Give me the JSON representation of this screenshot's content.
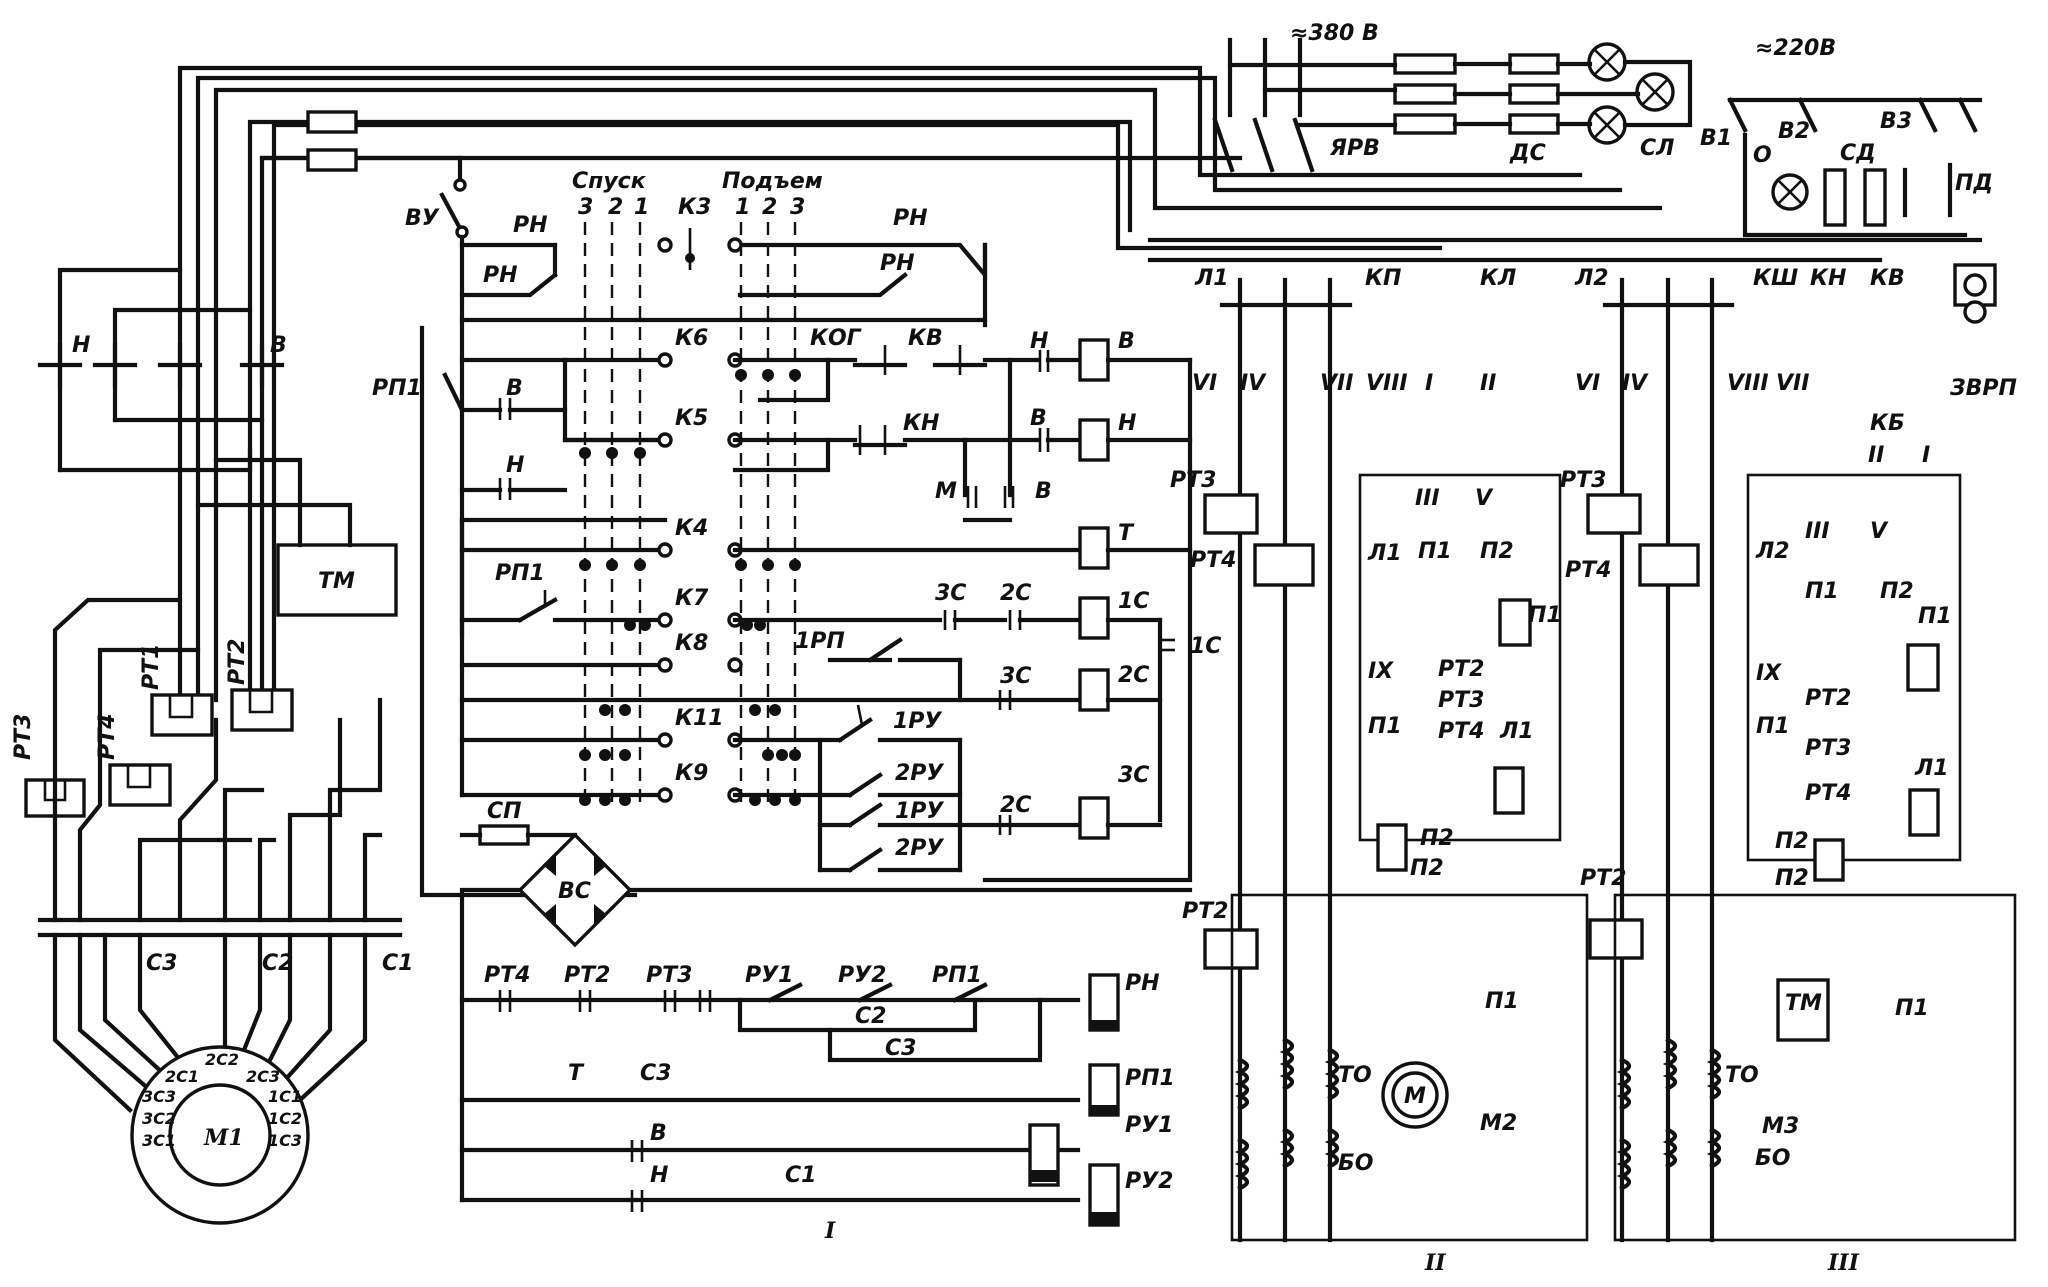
{
  "labels": {
    "supply_380": "≈380 В",
    "supply_220": "≈220В",
    "descent": "Спуск",
    "ascent": "Подъем",
    "pos_3a": "3",
    "pos_2a": "2",
    "pos_1a": "1",
    "pos_1b": "1",
    "pos_2b": "2",
    "pos_3b": "3",
    "vu": "ВУ",
    "rn_a": "РН",
    "rn_b": "РН",
    "rn_c": "РН",
    "rn_d": "РН",
    "rn_coil": "РН",
    "k3": "К3",
    "k6": "К6",
    "k5": "К5",
    "k4": "К4",
    "k7": "К7",
    "k8": "К8",
    "k11": "К11",
    "k9": "К9",
    "kog": "КОГ",
    "kv": "КВ",
    "kn": "КН",
    "n_cont": "Н",
    "v_cont": "В",
    "coil_v": "В",
    "coil_n": "Н",
    "coil_t": "Т",
    "coil_1s": "1С",
    "coil_2s": "2С",
    "coil_3s": "3С",
    "s1c": "1С",
    "c3s": "3С",
    "c2s": "2С",
    "c3s_b": "3С",
    "c2s_b": "2С",
    "rp1": "РП1",
    "rp1_b": "РП1",
    "rp1_coil": "РП1",
    "v_label": "В",
    "n_label": "Н",
    "m_label": "М",
    "v_label2": "В",
    "n_label2": "Н",
    "tm": "ТМ",
    "tm3": "ТМ",
    "rt1": "РТ1",
    "rt2": "РТ2",
    "rt3": "РТ3",
    "rt4": "РТ4",
    "c1": "С1",
    "c2": "С2",
    "c3": "С3",
    "term_2c2": "2С2",
    "term_2c1": "2С1",
    "term_2c3": "2С3",
    "term_3c3": "3С3",
    "term_3c2": "3С2",
    "term_3c1": "3С1",
    "term_1c1": "1С1",
    "term_1c2": "1С2",
    "term_1c3": "1С3",
    "m1": "М1",
    "m2": "М2",
    "m3": "М3",
    "m_motor": "М",
    "h_left": "Н",
    "b_left": "В",
    "sp": "СП",
    "vs": "ВС",
    "rt4_b": "РТ4",
    "rt2_b": "РТ2",
    "rt3_b": "РТ3",
    "ru1": "РУ1",
    "ru2": "РУ2",
    "rp1_c": "РП1",
    "c2_b": "С2",
    "c3_b": "С3",
    "t": "Т",
    "c3_c": "С3",
    "v_b": "В",
    "n_b": "Н",
    "c1_b": "С1",
    "ru1_coil": "РУ1",
    "ru2_coil": "РУ2",
    "1rp": "1РП",
    "1ru": "1РУ",
    "2ru": "2РУ",
    "1ru_b": "1РУ",
    "2ru_b": "2РУ",
    "section_1": "I",
    "section_2": "II",
    "section_3": "III",
    "yarv": "ЯРВ",
    "ds": "ДС",
    "sl": "СЛ",
    "v1": "В1",
    "v2": "В2",
    "v3": "В3",
    "o": "О",
    "sd": "СД",
    "pd": "ПД",
    "zvrp": "ЗВРП",
    "l1": "Л1",
    "l2": "Л2",
    "kp": "КП",
    "kl": "КЛ",
    "ksh": "КШ",
    "kn2": "КН",
    "kv2": "КВ",
    "kb": "КБ",
    "r_vi": "VI",
    "r_iv": "IV",
    "r_vii": "VII",
    "r_viii": "VIII",
    "r_i": "I",
    "r_ii": "II",
    "r_vi2": "VI",
    "r_iv2": "IV",
    "r_viii2": "VIII",
    "r_vii2": "VII",
    "r_ii2": "II",
    "r_i2": "I",
    "rt3_2": "РТ3",
    "rt4_2": "РТ4",
    "rt3_3": "РТ3",
    "rt4_3": "РТ4",
    "l1_b": "Л1",
    "p1": "П1",
    "p2": "П2",
    "iii": "III",
    "v_rom": "V",
    "p1_b": "П1",
    "p1_c": "П1",
    "ix": "IX",
    "rt2_c": "РТ2",
    "rt3_c": "РТ3",
    "rt4_c": "РТ4",
    "l1_coil": "Л1",
    "p2_coil": "П2",
    "p1_coil": "П1",
    "l2_b": "Л2",
    "iii2": "III",
    "v2_rom": "V",
    "p1_d": "П1",
    "p2_d": "П2",
    "p1_coil2": "П1",
    "ix2": "IX",
    "p1_e": "П1",
    "rt2_d": "РТ2",
    "rt3_d": "РТ3",
    "rt4_d": "РТ4",
    "l1_coil2": "Л1",
    "p2_e": "П2",
    "p2_coil2": "П2",
    "rt2_2": "РТ2",
    "rt2_3": "РТ2",
    "p2_top": "П2",
    "p2_top2": "П2",
    "p1_m": "П1",
    "p1_m2": "П1",
    "to": "ТО",
    "bo": "БО",
    "to3": "ТО",
    "bo3": "БО"
  }
}
